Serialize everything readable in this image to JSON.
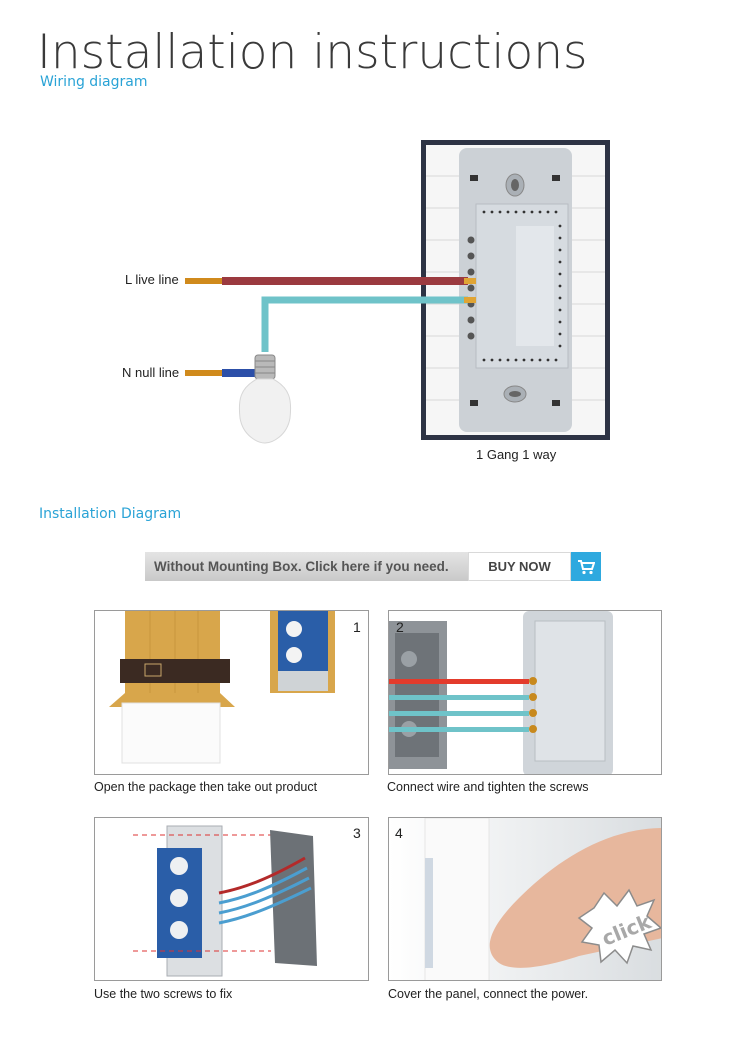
{
  "header": {
    "title": "Installation instructions",
    "subtitle": "Wiring diagram"
  },
  "wiring": {
    "live_label": "L live line",
    "null_label": "N null line",
    "switch_caption": "1 Gang 1 way",
    "colors": {
      "live": "#9b3a3f",
      "neutral": "#6fc3c9",
      "blue": "#2c4fa8",
      "copper": "#d08a1c"
    }
  },
  "installation": {
    "title": "Installation Diagram",
    "banner_text": "Without Mounting Box. Click here if you need.",
    "buy_label": "BUY NOW",
    "cart_icon": "cart-icon",
    "steps": [
      {
        "number": "1",
        "caption": "Open the package then take out product"
      },
      {
        "number": "2",
        "caption": "Connect wire and tighten the screws"
      },
      {
        "number": "3",
        "caption": "Use the two screws to fix"
      },
      {
        "number": "4",
        "caption": "Cover the panel, connect the power."
      }
    ],
    "click_text": "click"
  }
}
